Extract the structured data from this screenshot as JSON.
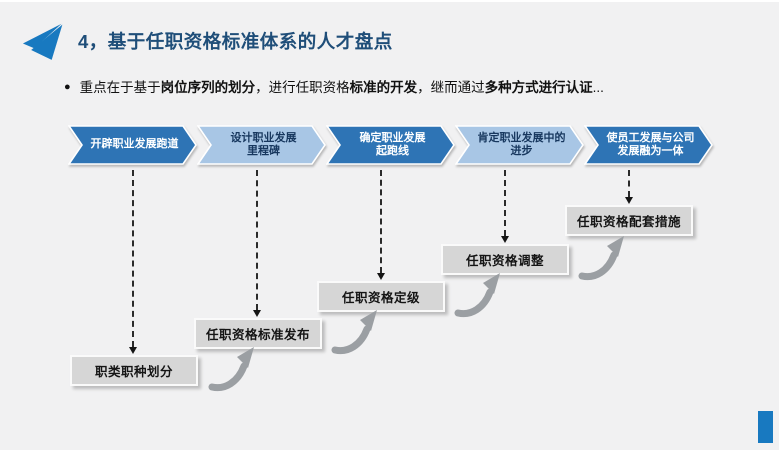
{
  "slide": {
    "title": "4，基于任职资格标准体系的人才盘点",
    "bullet": {
      "marker": "●",
      "segments": [
        {
          "text": "重点在于基于",
          "bold": false
        },
        {
          "text": "岗位序列的划分",
          "bold": true
        },
        {
          "text": "，进行任职资格",
          "bold": false
        },
        {
          "text": "标准的开发",
          "bold": true
        },
        {
          "text": "，继而通过",
          "bold": false
        },
        {
          "text": "多种方式进行认证",
          "bold": true
        },
        {
          "text": "...",
          "bold": false
        }
      ]
    },
    "chevrons": [
      {
        "label": "开辟职业发展跑道",
        "variant": "dark"
      },
      {
        "label": "设计职业发展\n里程碑",
        "variant": "light"
      },
      {
        "label": "确定职业发展\n起跑线",
        "variant": "dark"
      },
      {
        "label": "肯定职业发展中的\n进步",
        "variant": "light"
      },
      {
        "label": "使员工发展与公司\n发展融为一体",
        "variant": "dark"
      }
    ],
    "steps": [
      {
        "label": "职类职种划分"
      },
      {
        "label": "任职资格标准发布"
      },
      {
        "label": "任职资格定级"
      },
      {
        "label": "任职资格调整"
      },
      {
        "label": "任职资格配套措施"
      }
    ],
    "colors": {
      "accent_blue": "#1879C0",
      "chevron_dark": "#2E74B5",
      "chevron_light": "#A8C6E5",
      "title_navy": "#1F4E79",
      "box_gray": "#D6D6D6",
      "swoosh_gray": "#9B9FA3"
    }
  }
}
